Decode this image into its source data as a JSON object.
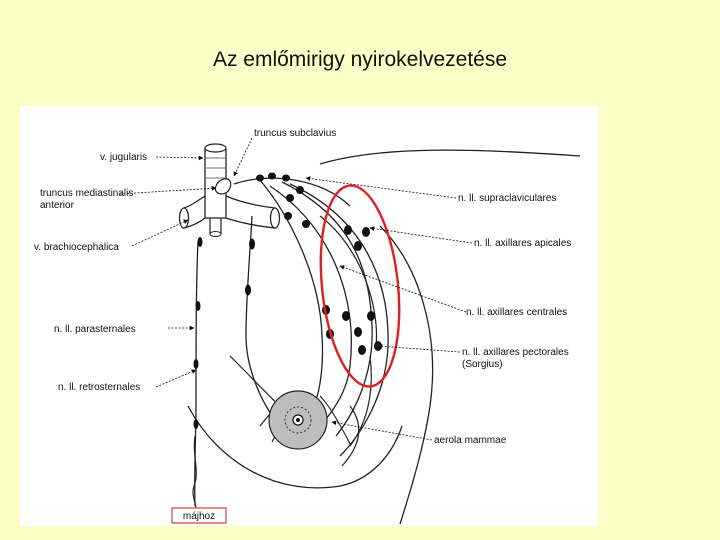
{
  "slide": {
    "title": "Az emlőmirigy nyirokelvezetése"
  },
  "diagram": {
    "labels": {
      "truncus_subclavius": "truncus subclavius",
      "v_jugularis": "v. jugularis",
      "truncus_mediastinalis_1": "truncus mediastinalis",
      "truncus_mediastinalis_2": "anterior",
      "v_brachiocephalica": "v. brachiocephalica",
      "n_parasternales": "n. ll. parasternales",
      "n_retrosternales": "n. ll. retrosternales",
      "n_supraclaviculares": "n. ll. supraclaviculares",
      "n_axillares_apicales": "n. ll. axillares apicales",
      "n_axillares_centrales": "n. ll. axillares centrales",
      "n_axillares_pectorales_1": "n. ll. axillares pectorales",
      "n_axillares_pectorales_2": "(Sorgius)",
      "aerola_mammae": "aerola mammae",
      "majhoz": "májhoz"
    },
    "colors": {
      "highlight_ellipse": "#e02020",
      "majhoz_box": "#d04040",
      "areola_fill": "#bdbdbd"
    }
  }
}
